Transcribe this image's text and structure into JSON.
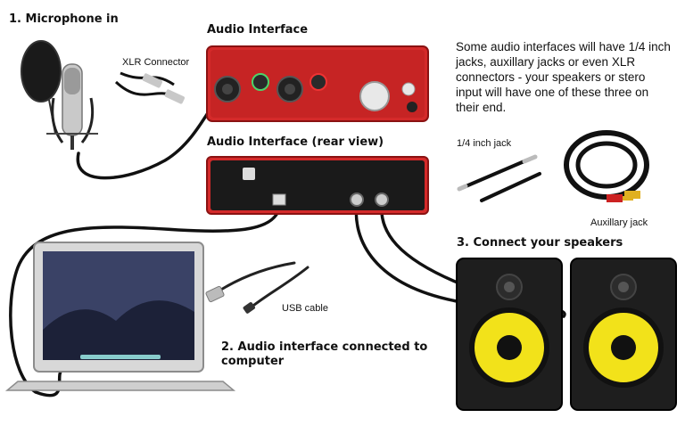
{
  "steps": {
    "microphone": "1. Microphone in",
    "computer_line1": "2. Audio interface connected to",
    "computer_line2": "computer",
    "speakers": "3. Connect your speakers"
  },
  "labels": {
    "interface_front": "Audio Interface",
    "interface_rear": "Audio Interface (rear view)",
    "xlr": "XLR Connector",
    "quarter_inch": "1/4 inch jack",
    "auxiliary": "Auxillary jack",
    "usb": "USB cable"
  },
  "note": "Some audio interfaces will have 1/4 inch jacks, auxillary jacks or even XLR connectors - your speakers or stero input will have one of these three on their end.",
  "colors": {
    "interface_red": "#d42a2a",
    "speaker_cone": "#f2e21a",
    "cable": "#111111"
  }
}
